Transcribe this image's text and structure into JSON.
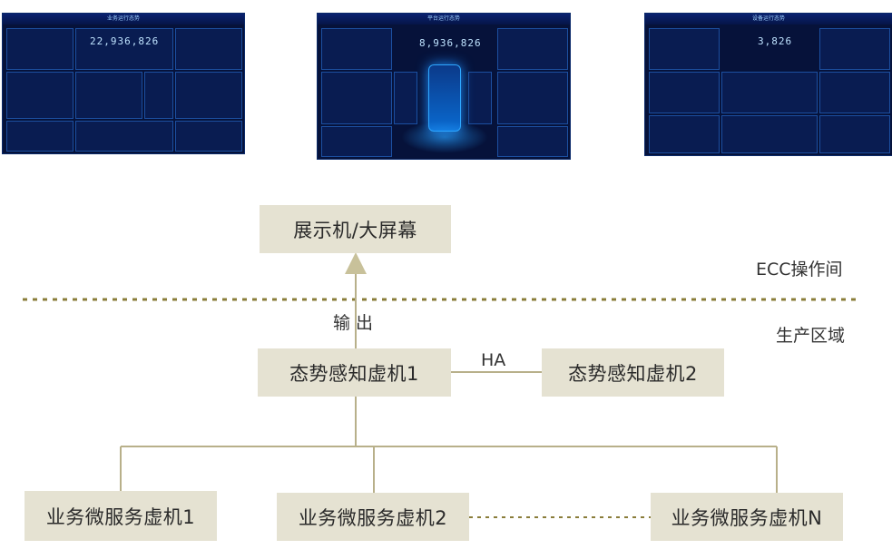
{
  "dashboards": [
    {
      "title": "业务运行态势",
      "value": "22,936,826"
    },
    {
      "title": "平台运行态势",
      "value": "8,936,826"
    },
    {
      "title": "设备运行态势",
      "value": "3,826"
    }
  ],
  "nodes": {
    "display": "展示机/大屏幕",
    "vm1": "态势感知虚机1",
    "vm2": "态势感知虚机2",
    "svc1": "业务微服务虚机1",
    "svc2": "业务微服务虚机2",
    "svcN": "业务微服务虚机N"
  },
  "labels": {
    "output": "输 出",
    "ha": "HA",
    "zone_ecc": "ECC操作间",
    "zone_prod": "生产区域"
  },
  "colors": {
    "box_fill": "#e5e2d2",
    "line": "#b8b08a",
    "divider": "#8a7d3a",
    "dashboard_bg": "#06123a"
  }
}
